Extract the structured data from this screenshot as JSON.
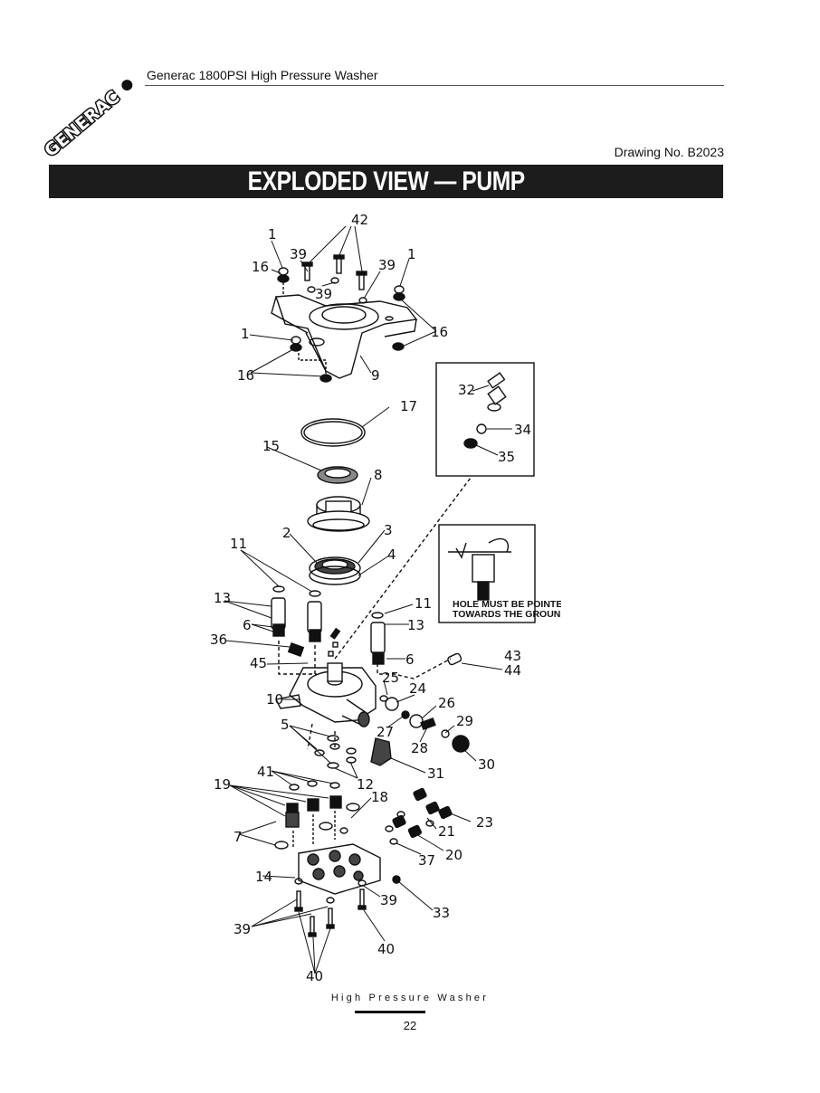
{
  "header": {
    "brand": "GENERAC",
    "title": "Generac 1800PSI  High Pressure Washer",
    "drawing_no": "Drawing No. B2023"
  },
  "banner": {
    "title": "EXPLODED VIEW — PUMP"
  },
  "diagram": {
    "callouts": [
      {
        "id": "c42",
        "label": "42"
      },
      {
        "id": "c1a",
        "label": "1"
      },
      {
        "id": "c39a",
        "label": "39"
      },
      {
        "id": "c16a",
        "label": "16"
      },
      {
        "id": "c39b",
        "label": "39"
      },
      {
        "id": "c1b",
        "label": "1"
      },
      {
        "id": "c39c",
        "label": "39"
      },
      {
        "id": "c1c",
        "label": "1"
      },
      {
        "id": "c16b",
        "label": "16"
      },
      {
        "id": "c16c",
        "label": "16"
      },
      {
        "id": "c9",
        "label": "9"
      },
      {
        "id": "c32",
        "label": "32"
      },
      {
        "id": "c34",
        "label": "34"
      },
      {
        "id": "c35",
        "label": "35"
      },
      {
        "id": "c17",
        "label": "17"
      },
      {
        "id": "c15",
        "label": "15"
      },
      {
        "id": "c8",
        "label": "8"
      },
      {
        "id": "c2",
        "label": "2"
      },
      {
        "id": "c3",
        "label": "3"
      },
      {
        "id": "c4",
        "label": "4"
      },
      {
        "id": "c11a",
        "label": "11"
      },
      {
        "id": "c13a",
        "label": "13"
      },
      {
        "id": "c6a",
        "label": "6"
      },
      {
        "id": "c36",
        "label": "36"
      },
      {
        "id": "c11b",
        "label": "11"
      },
      {
        "id": "c13b",
        "label": "13"
      },
      {
        "id": "c6b",
        "label": "6"
      },
      {
        "id": "c45",
        "label": "45"
      },
      {
        "id": "c43",
        "label": "43"
      },
      {
        "id": "c44",
        "label": "44"
      },
      {
        "id": "c25",
        "label": "25"
      },
      {
        "id": "c10",
        "label": "10"
      },
      {
        "id": "c24",
        "label": "24"
      },
      {
        "id": "c26",
        "label": "26"
      },
      {
        "id": "c5",
        "label": "5"
      },
      {
        "id": "c27",
        "label": "27"
      },
      {
        "id": "c29",
        "label": "29"
      },
      {
        "id": "c28",
        "label": "28"
      },
      {
        "id": "c30",
        "label": "30"
      },
      {
        "id": "c31",
        "label": "31"
      },
      {
        "id": "c41",
        "label": "41"
      },
      {
        "id": "c12",
        "label": "12"
      },
      {
        "id": "c19",
        "label": "19"
      },
      {
        "id": "c18",
        "label": "18"
      },
      {
        "id": "c23",
        "label": "23"
      },
      {
        "id": "c7",
        "label": "7"
      },
      {
        "id": "c21",
        "label": "21"
      },
      {
        "id": "c20",
        "label": "20"
      },
      {
        "id": "c37",
        "label": "37"
      },
      {
        "id": "c14",
        "label": "14"
      },
      {
        "id": "c39d",
        "label": "39"
      },
      {
        "id": "c33",
        "label": "33"
      },
      {
        "id": "c39e",
        "label": "39"
      },
      {
        "id": "c40a",
        "label": "40"
      },
      {
        "id": "c40b",
        "label": "40"
      }
    ],
    "note": {
      "line1": "HOLE MUST BE POINTED",
      "line2": "TOWARDS THE GROUND."
    }
  },
  "footer": {
    "title": "High Pressure Washer",
    "page_number": "22"
  }
}
